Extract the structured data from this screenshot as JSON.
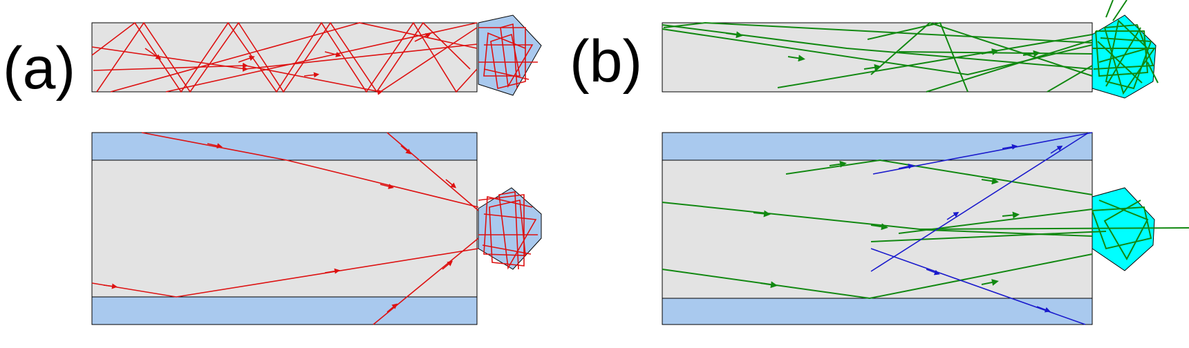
{
  "labels": {
    "a": "(a)",
    "b": "(b)"
  },
  "colors": {
    "waveguide": "#e3e3e3",
    "cladding": "#a9c9ee",
    "prism_a": "#a9c9ee",
    "prism_b": "#00ffff",
    "outline": "#000000",
    "ray_a": "#dd1111",
    "ray_b_green": "#118811",
    "ray_b_blue": "#1a1acc"
  },
  "icons": {
    "ray_arrow": "arrowhead-marker"
  }
}
